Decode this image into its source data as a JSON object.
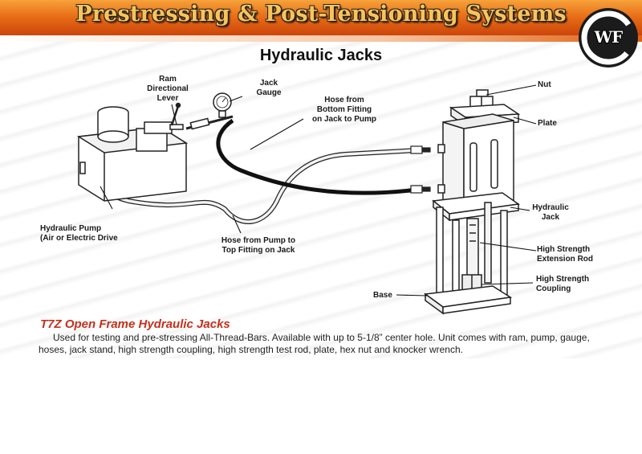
{
  "banner": {
    "title": "Prestressing & Post-Tensioning Systems",
    "logo_text": "WF",
    "logo_icon": "wf-logo-icon",
    "colors": {
      "banner_top": "#f6a23a",
      "banner_bottom": "#c9420a",
      "title_text": "#f7c45a"
    }
  },
  "page_title": "Hydraulic Jacks",
  "labels": {
    "ram_lever": "Ram\nDirectional\nLever",
    "jack_gauge": "Jack\nGauge",
    "hose_bottom": "Hose from\nBottom Fitting\non Jack to Pump",
    "nut": "Nut",
    "plate": "Plate",
    "hydraulic_jack": "Hydraulic\nJack",
    "extension_rod": "High Strength\nExtension Rod",
    "coupling": "High Strength\nCoupling",
    "base": "Base",
    "hydraulic_pump": "Hydraulic Pump\n(Air or Electric Drive",
    "hose_top": "Hose from Pump to\nTop Fitting on Jack"
  },
  "product": {
    "title": "T7Z Open Frame Hydraulic Jacks",
    "description": "Used for testing and pre-stressing All-Thread-Bars.  Available with up to 5-1/8” center hole.  Unit comes with ram, pump, gauge, hoses, jack stand, high strength coupling, high strength test rod, plate, hex nut and knocker wrench.",
    "title_color": "#c4301c"
  }
}
